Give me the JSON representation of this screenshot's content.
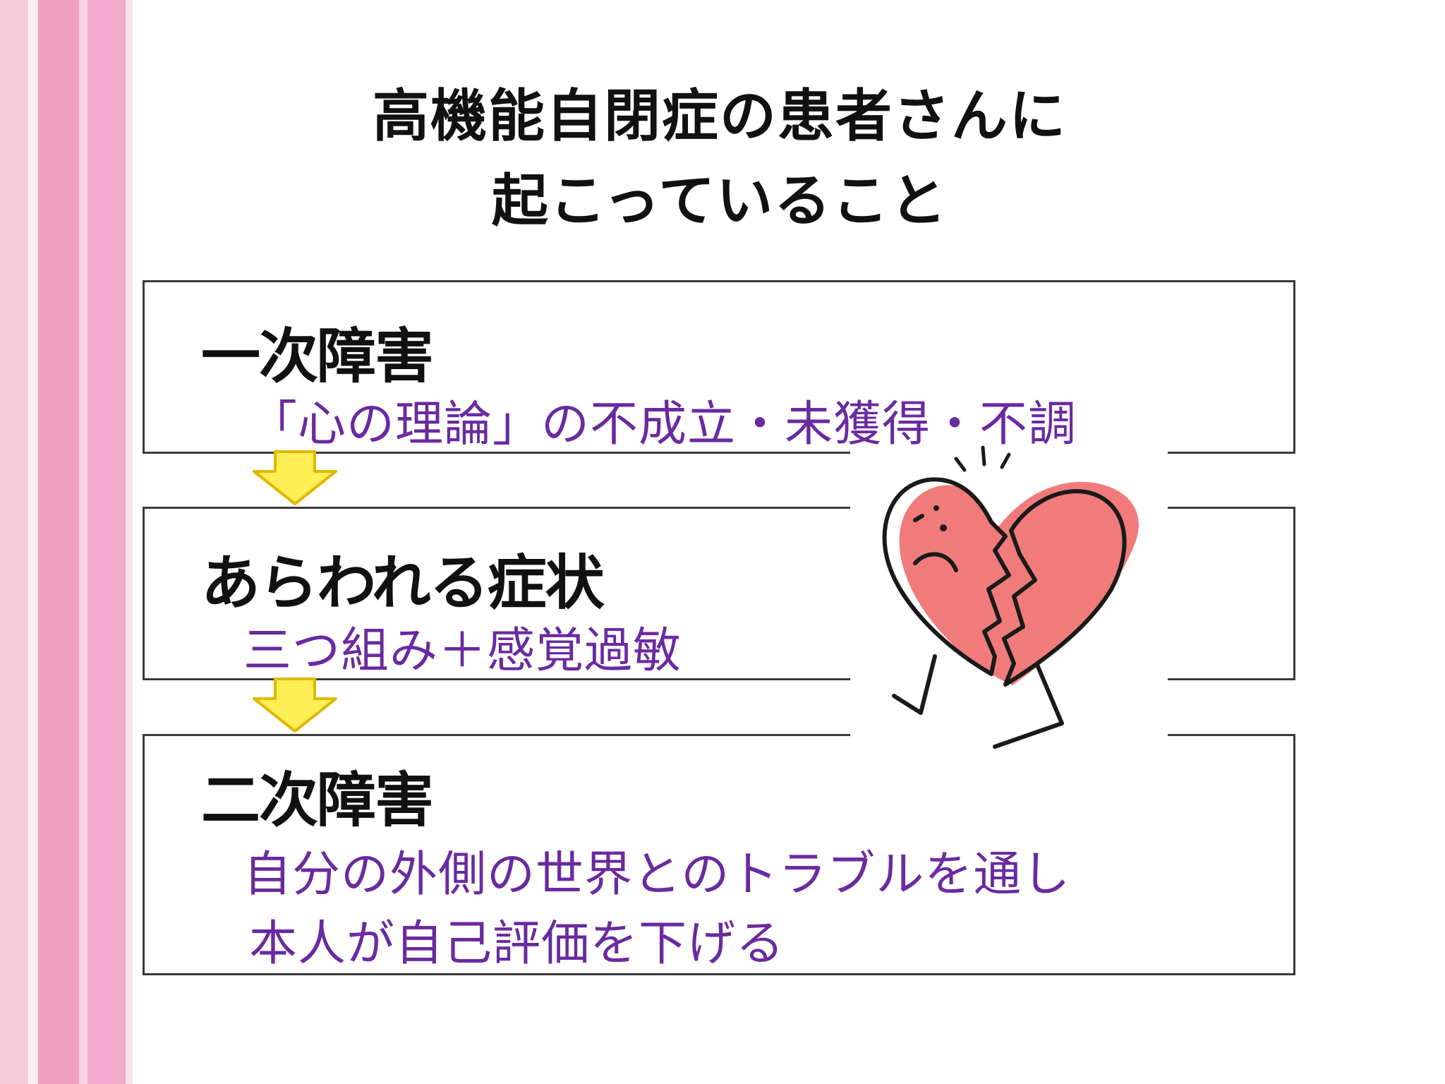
{
  "slide": {
    "title_line1": "高機能自閉症の患者さんに",
    "title_line2": "起こっていること"
  },
  "sections": [
    {
      "heading": "一次障害",
      "lines": [
        "「心の理論」の不成立・未獲得・不調"
      ]
    },
    {
      "heading": "あらわれる症状",
      "lines": [
        "三つ組み＋感覚過敏"
      ]
    },
    {
      "heading": "二次障害",
      "lines": [
        "自分の外側の世界とのトラブルを通し",
        "本人が自己評価を下げる"
      ]
    }
  ],
  "colors": {
    "description_text": "#6a2aa0",
    "arrow_fill": "#ffee55",
    "arrow_stroke": "#e0b800",
    "heart_fill": "#f07474",
    "stripe_pink": "#eea0c2"
  },
  "icons": {
    "arrows": "down-arrow-icon",
    "illustration": "broken-heart-icon"
  }
}
